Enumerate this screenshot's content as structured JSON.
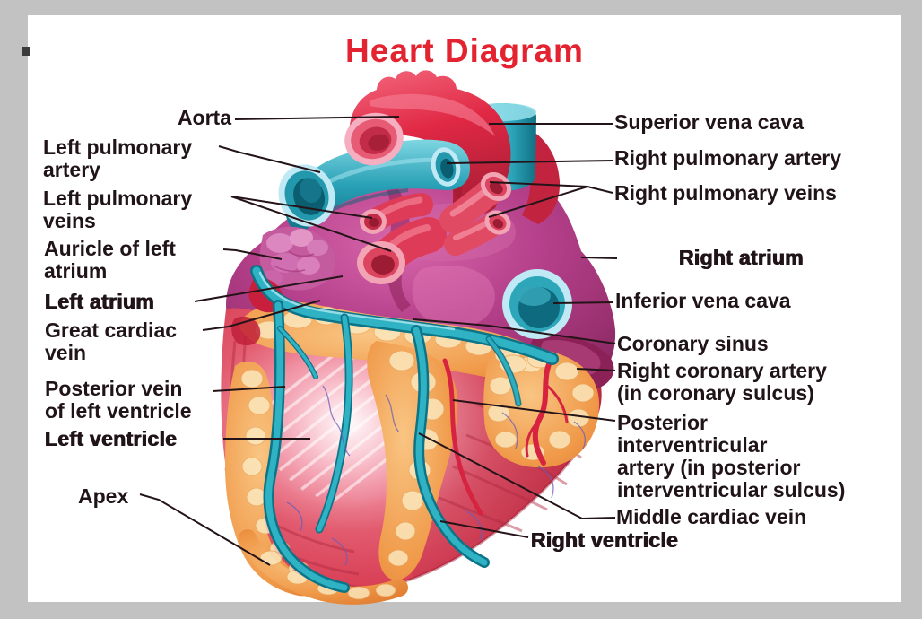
{
  "title": "Heart Diagram",
  "colors": {
    "title_red": "#e32330",
    "label_ink": "#201418",
    "frame_gray": "#c2c2c2",
    "panel_white": "#ffffff",
    "leader_line": "#241418"
  },
  "labels": {
    "left": [
      {
        "id": "aorta",
        "text": "Aorta"
      },
      {
        "id": "left-pulmonary-artery",
        "text": "Left pulmonary\nartery"
      },
      {
        "id": "left-pulmonary-veins",
        "text": "Left pulmonary\nveins"
      },
      {
        "id": "auricle-of-left-atrium",
        "text": "Auricle of left\natrium"
      },
      {
        "id": "left-atrium",
        "text": "Left atrium"
      },
      {
        "id": "great-cardiac-vein",
        "text": "Great cardiac\nvein"
      },
      {
        "id": "posterior-vein-of-left-ventricle",
        "text": "Posterior vein\nof left ventricle"
      },
      {
        "id": "left-ventricle",
        "text": "Left ventricle"
      },
      {
        "id": "apex",
        "text": "Apex"
      }
    ],
    "right": [
      {
        "id": "superior-vena-cava",
        "text": "Superior vena cava"
      },
      {
        "id": "right-pulmonary-artery",
        "text": "Right pulmonary artery"
      },
      {
        "id": "right-pulmonary-veins",
        "text": "Right pulmonary veins"
      },
      {
        "id": "right-atrium",
        "text": "Right atrium"
      },
      {
        "id": "inferior-vena-cava",
        "text": "Inferior vena cava"
      },
      {
        "id": "coronary-sinus",
        "text": "Coronary sinus"
      },
      {
        "id": "right-coronary-artery",
        "text": "Right coronary artery\n(in coronary sulcus)"
      },
      {
        "id": "posterior-interventricular-artery",
        "text": "Posterior\ninterventricular\nartery (in posterior\ninterventricular sulcus)"
      },
      {
        "id": "middle-cardiac-vein",
        "text": "Middle cardiac vein"
      },
      {
        "id": "right-ventricle",
        "text": "Right ventricle"
      }
    ]
  }
}
